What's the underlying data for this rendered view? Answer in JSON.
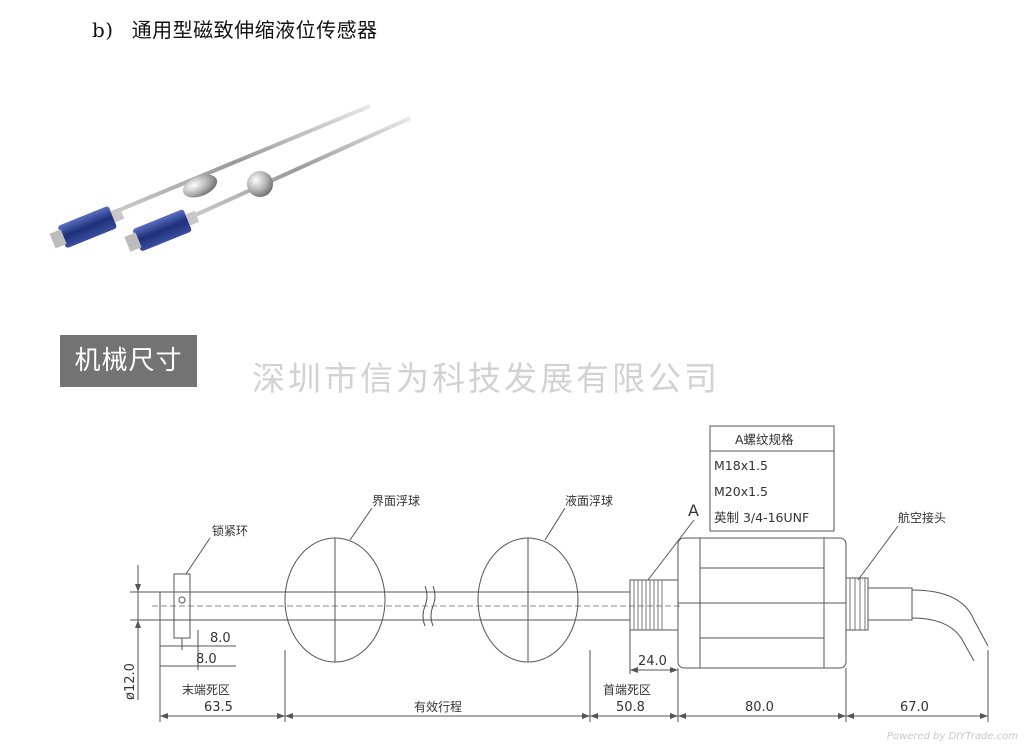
{
  "heading": {
    "index": "b)",
    "title": "通用型磁致伸缩液位传感器"
  },
  "section_badge": "机械尺寸",
  "company": "深圳市信为科技发展有限公司",
  "drawing": {
    "labels": {
      "lock_ring": "锁紧环",
      "interface_float": "界面浮球",
      "level_float": "液面浮球",
      "thread_marker": "A",
      "connector": "航空接头",
      "tail_dead_zone": "末端死区",
      "effective_travel": "有效行程",
      "head_dead_zone": "首端死区"
    },
    "thread_spec": {
      "title": "A螺纹规格",
      "rows": [
        "M18x1.5",
        "M20x1.5",
        "英制 3/4-16UNF"
      ]
    },
    "dimensions": {
      "ring_a": "8.0",
      "ring_b": "8.0",
      "diameter": "ø12.0",
      "thread_len": "24.0",
      "tail": "63.5",
      "head": "50.8",
      "body": "80.0",
      "cable": "67.0"
    }
  },
  "watermark": "Powered by DIYTrade.com",
  "colors": {
    "badge_bg": "#737373",
    "line": "#555555",
    "rod_blue": "#2a3f8f"
  }
}
